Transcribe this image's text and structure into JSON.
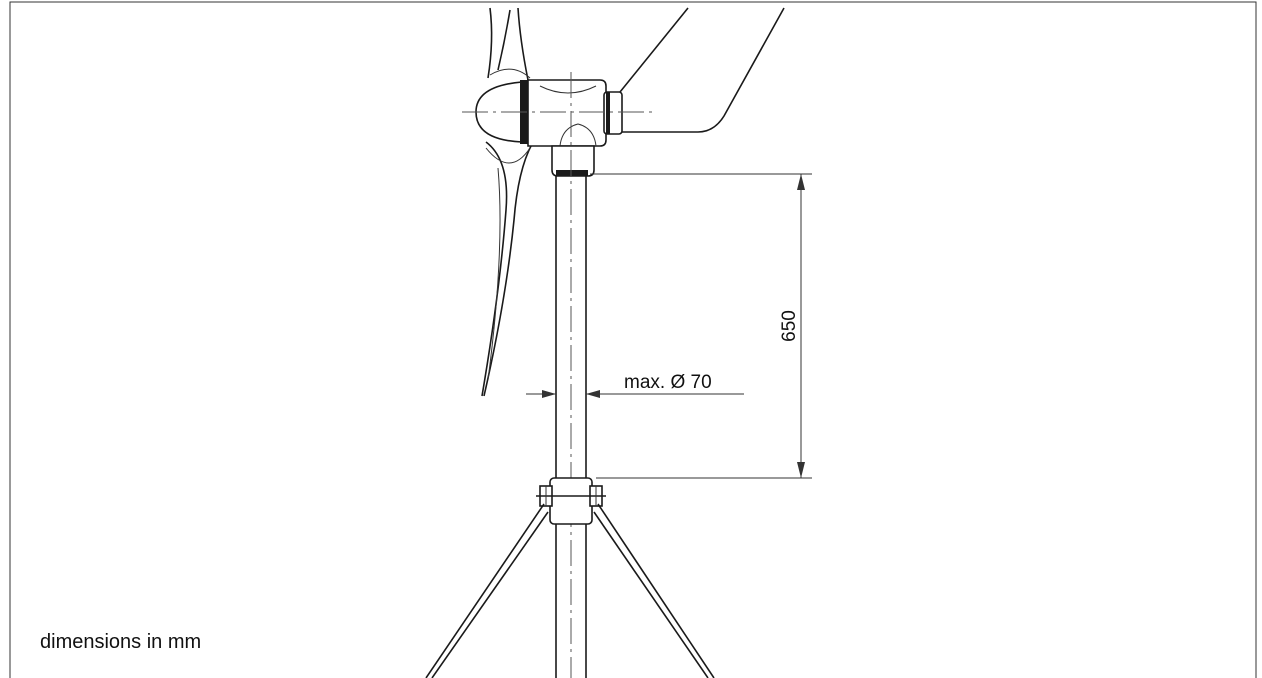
{
  "labels": {
    "height_dimension": "650",
    "diameter_dimension": "max. Ø 70",
    "units_note": "dimensions in mm"
  },
  "colors": {
    "line": "#1a1a1a",
    "background": "#ffffff"
  }
}
